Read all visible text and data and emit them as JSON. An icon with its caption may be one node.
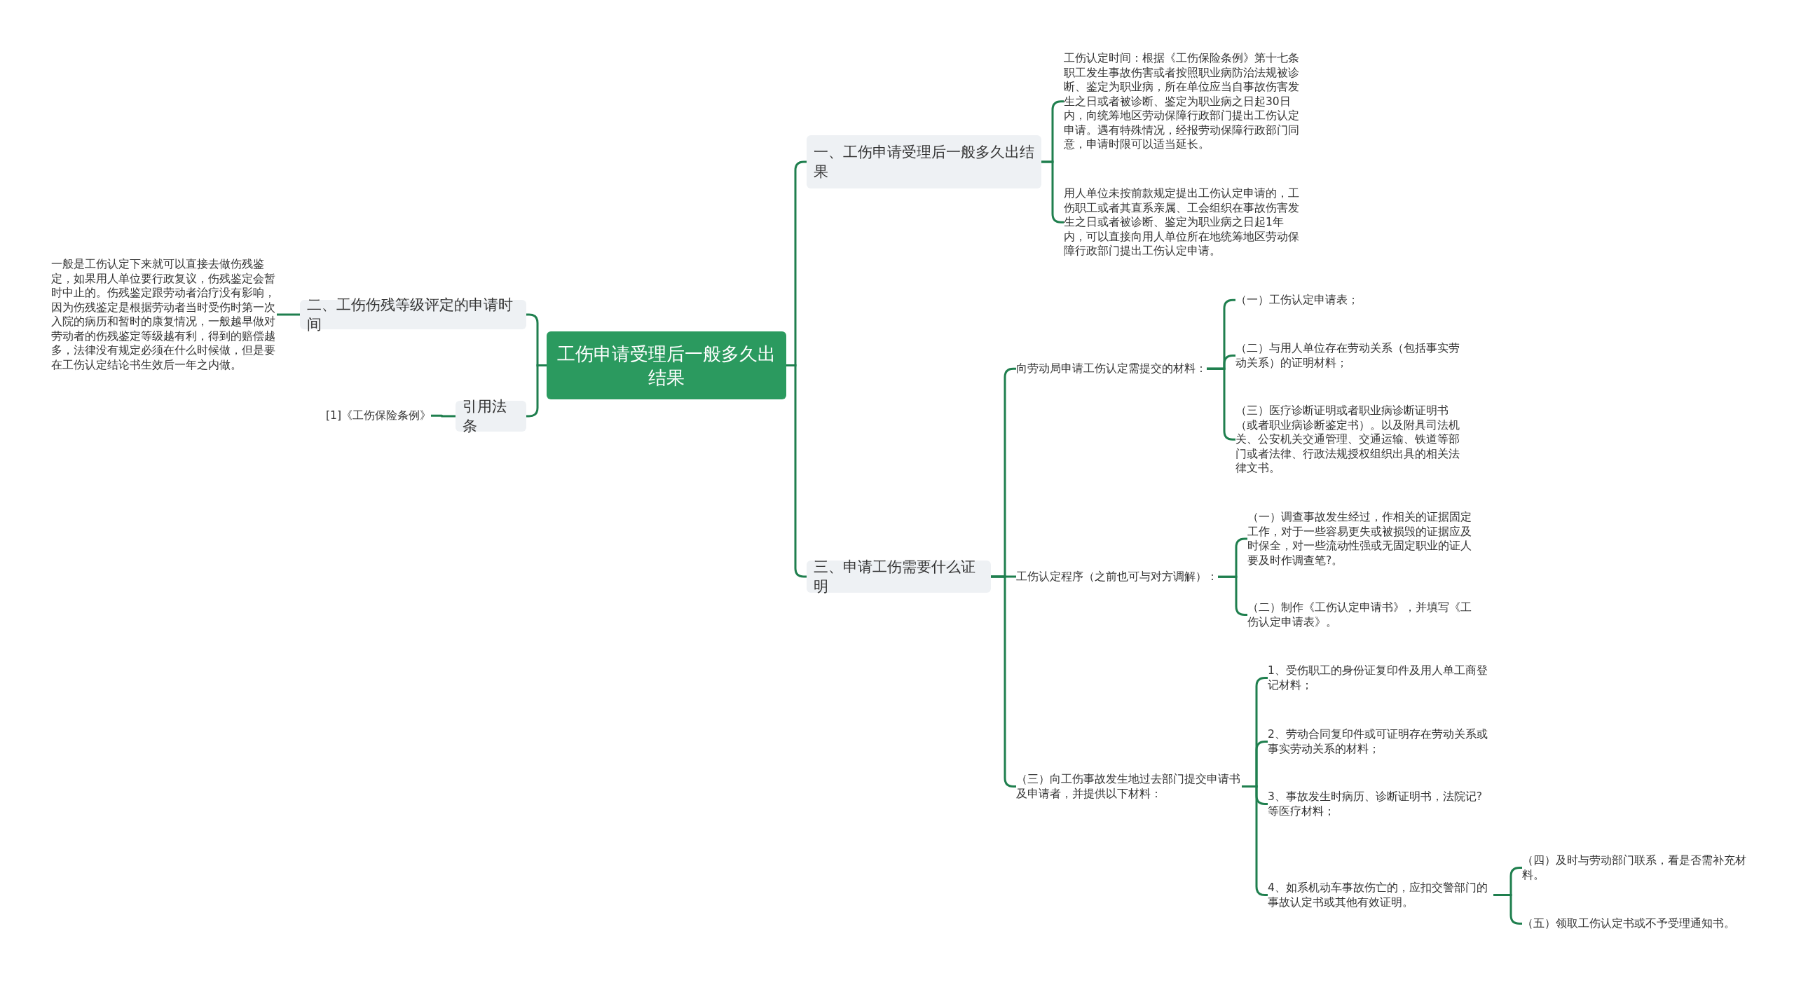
{
  "diagram": {
    "nodes": [
      {
        "text": [
          "工伤申请受理后一般多久出结果"
        ]
      },
      {
        "text": [
          "一、工伤申请受理后一般多久出结果"
        ]
      },
      {
        "text": [
          "工伤认定时间：根据《工伤保险条例》第十七条职工发生事故伤害或者按照职业病防治法规被诊断、鉴定为职业病，所在单位应当自事故伤害发生之日或者被诊断、鉴定为职业病之日起30日内，向统筹地区劳动保障行政部门提出工伤认定申请。遇有特殊情况，经报劳动保障行政部门同意，申请时限可以适当延长。"
        ]
      },
      {
        "text": [
          "用人单位未按前款规定提出工伤认定申请的，工伤职工或者其直系亲属、工会组织在事故伤害发生之日或者被诊断、鉴定为职业病之日起1年内，可以直接向用人单位所在地统筹地区劳动保障行政部门提出工伤认定申请。"
        ]
      },
      {
        "text": [
          "二、工伤伤残等级评定的申请时间"
        ]
      },
      {
        "text": [
          "一般是工伤认定下来就可以直接去做伤残鉴定，如果用人单位要行政复议，伤残鉴定会暂时中止的。伤残鉴定跟劳动者治疗没有影响，因为伤残鉴定是根据劳动者当时受伤时第一次入院的病历和暂时的康复情况，一般越早做对劳动者的伤残鉴定等级越有利，得到的赔偿越多，法律没有规定必须在什么时候做，但是要在工伤认定结论书生效后一年之内做。"
        ]
      },
      {
        "text": [
          "引用法条"
        ]
      },
      {
        "text": [
          "[1]《工伤保险条例》"
        ]
      },
      {
        "text": [
          "三、申请工伤需要什么证明"
        ]
      },
      {
        "text": [
          "向劳动局申请工伤认定需提交的材料："
        ]
      },
      {
        "text": [
          "（一）工伤认定申请表；"
        ]
      },
      {
        "text": [
          "（二）与用人单位存在劳动关系（包括事实劳动关系）的证明材料；"
        ]
      },
      {
        "text": [
          "（三）医疗诊断证明或者职业病诊断证明书（或者职业病诊断鉴定书）。以及附具司法机关、公安机关交通管理、交通运输、铁道等部门或者法律、行政法规授权组织出具的相关法律文书。"
        ]
      },
      {
        "text": [
          "工伤认定程序（之前也可与对方调解）："
        ]
      },
      {
        "text": [
          "（一）调查事故发生经过，作相关的证据固定工作，对于一些容易更失或被损毁的证据应及时保全，对一些流动性强或无固定职业的证人要及时作调查笔?。"
        ]
      },
      {
        "text": [
          "（二）制作《工伤认定申请书》，并填写《工伤认定申请表》。"
        ]
      },
      {
        "text": [
          "（三）向工伤事故发生地过去部门提交申请书及申请者，并提供以下材料："
        ]
      },
      {
        "text": [
          "1、受伤职工的身份证复印件及用人单工商登记材料；"
        ]
      },
      {
        "text": [
          "2、劳动合同复印件或可证明存在劳动关系或事实劳动关系的材料；"
        ]
      },
      {
        "text": [
          "3、事故发生时病历、诊断证明书，法院记?等医疗材料；"
        ]
      },
      {
        "text": [
          "4、如系机动车事故伤亡的，应扣交警部门的事故认定书或其他有效证明。"
        ]
      },
      {
        "text": [
          "（四）及时与劳动部门联系，看是否需补充材料。"
        ]
      },
      {
        "text": [
          "（五）领取工伤认定书或不予受理通知书。"
        ]
      }
    ],
    "edges": [
      {
        "from": 0,
        "to": 1,
        "arrow": "none"
      },
      {
        "from": 1,
        "to": 2,
        "arrow": "none"
      },
      {
        "from": 1,
        "to": 3,
        "arrow": "none"
      },
      {
        "from": 0,
        "to": 4,
        "arrow": "none"
      },
      {
        "from": 4,
        "to": 5,
        "arrow": "none"
      },
      {
        "from": 0,
        "to": 6,
        "arrow": "none"
      },
      {
        "from": 6,
        "to": 7,
        "arrow": "none"
      },
      {
        "from": 0,
        "to": 8,
        "arrow": "none"
      },
      {
        "from": 8,
        "to": 9,
        "arrow": "none"
      },
      {
        "from": 9,
        "to": 10,
        "arrow": "none"
      },
      {
        "from": 9,
        "to": 11,
        "arrow": "none"
      },
      {
        "from": 9,
        "to": 12,
        "arrow": "none"
      },
      {
        "from": 8,
        "to": 13,
        "arrow": "none"
      },
      {
        "from": 13,
        "to": 14,
        "arrow": "none"
      },
      {
        "from": 13,
        "to": 15,
        "arrow": "none"
      },
      {
        "from": 8,
        "to": 16,
        "arrow": "none"
      },
      {
        "from": 16,
        "to": 17,
        "arrow": "none"
      },
      {
        "from": 16,
        "to": 18,
        "arrow": "none"
      },
      {
        "from": 16,
        "to": 19,
        "arrow": "none"
      },
      {
        "from": 16,
        "to": 20,
        "arrow": "none"
      },
      {
        "from": 20,
        "to": 21,
        "arrow": "none"
      },
      {
        "from": 20,
        "to": 22,
        "arrow": "none"
      }
    ]
  }
}
